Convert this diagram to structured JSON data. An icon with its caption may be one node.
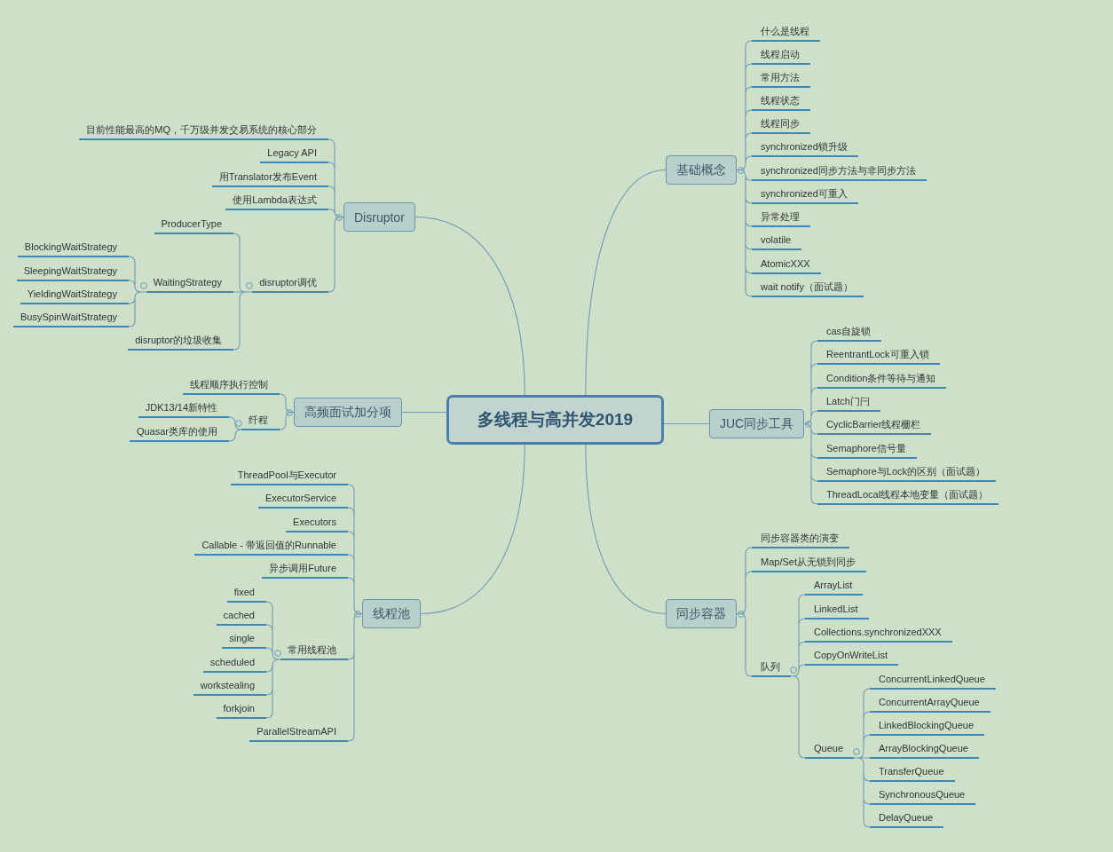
{
  "diagram": {
    "nodes": [
      {
        "text": [
          "多线程与高并发2019"
        ]
      },
      {
        "text": [
          "基础概念"
        ]
      },
      {
        "text": [
          "什么是线程"
        ]
      },
      {
        "text": [
          "线程启动"
        ]
      },
      {
        "text": [
          "常用方法"
        ]
      },
      {
        "text": [
          "线程状态"
        ]
      },
      {
        "text": [
          "线程同步"
        ]
      },
      {
        "text": [
          "synchronized锁升级"
        ]
      },
      {
        "text": [
          "synchronized同步方法与非同步方法"
        ]
      },
      {
        "text": [
          "synchronized可重入"
        ]
      },
      {
        "text": [
          "异常处理"
        ]
      },
      {
        "text": [
          "volatile"
        ]
      },
      {
        "text": [
          "AtomicXXX"
        ]
      },
      {
        "text": [
          "wait notify（面试题）"
        ]
      },
      {
        "text": [
          "JUC同步工具"
        ]
      },
      {
        "text": [
          "cas自旋锁"
        ]
      },
      {
        "text": [
          "ReentrantLock可重入锁"
        ]
      },
      {
        "text": [
          "Condition条件等待与通知"
        ]
      },
      {
        "text": [
          "Latch门闩"
        ]
      },
      {
        "text": [
          "CyclicBarrier线程栅栏"
        ]
      },
      {
        "text": [
          "Semaphore信号量"
        ]
      },
      {
        "text": [
          "Semaphore与Lock的区别（面试题）"
        ]
      },
      {
        "text": [
          "ThreadLocal线程本地变量（面试题）"
        ]
      },
      {
        "text": [
          "同步容器"
        ]
      },
      {
        "text": [
          "同步容器类的演变"
        ]
      },
      {
        "text": [
          "Map/Set从无锁到同步"
        ]
      },
      {
        "text": [
          "队列"
        ]
      },
      {
        "text": [
          "ArrayList"
        ]
      },
      {
        "text": [
          "LinkedList"
        ]
      },
      {
        "text": [
          "Collections.synchronizedXXX"
        ]
      },
      {
        "text": [
          "CopyOnWriteList"
        ]
      },
      {
        "text": [
          "Queue"
        ]
      },
      {
        "text": [
          "ConcurrentLinkedQueue"
        ]
      },
      {
        "text": [
          "ConcurrentArrayQueue"
        ]
      },
      {
        "text": [
          "LinkedBlockingQueue"
        ]
      },
      {
        "text": [
          "ArrayBlockingQueue"
        ]
      },
      {
        "text": [
          "TransferQueue"
        ]
      },
      {
        "text": [
          "SynchronousQueue"
        ]
      },
      {
        "text": [
          "DelayQueue"
        ]
      },
      {
        "text": [
          "Disruptor"
        ]
      },
      {
        "text": [
          "目前性能最高的MQ，千万级并发交易系统的核心部分"
        ]
      },
      {
        "text": [
          "Legacy API"
        ]
      },
      {
        "text": [
          "用Translator发布Event"
        ]
      },
      {
        "text": [
          "使用Lambda表达式"
        ]
      },
      {
        "text": [
          "disruptor调优"
        ]
      },
      {
        "text": [
          "ProducerType"
        ]
      },
      {
        "text": [
          "WaitingStrategy"
        ]
      },
      {
        "text": [
          "BlockingWaitStrategy"
        ]
      },
      {
        "text": [
          "SleepingWaitStrategy"
        ]
      },
      {
        "text": [
          "YieldingWaitStrategy"
        ]
      },
      {
        "text": [
          "BusySpinWaitStrategy"
        ]
      },
      {
        "text": [
          "disruptor的垃圾收集"
        ]
      },
      {
        "text": [
          "高频面试加分项"
        ]
      },
      {
        "text": [
          "线程顺序执行控制"
        ]
      },
      {
        "text": [
          "纤程"
        ]
      },
      {
        "text": [
          "JDK13/14新特性"
        ]
      },
      {
        "text": [
          "Quasar类库的使用"
        ]
      },
      {
        "text": [
          "线程池"
        ]
      },
      {
        "text": [
          "ThreadPool与Executor"
        ]
      },
      {
        "text": [
          "ExecutorService"
        ]
      },
      {
        "text": [
          "Executors"
        ]
      },
      {
        "text": [
          "Callable - 带返回值的Runnable"
        ]
      },
      {
        "text": [
          "异步调用Future"
        ]
      },
      {
        "text": [
          "常用线程池"
        ]
      },
      {
        "text": [
          "fixed"
        ]
      },
      {
        "text": [
          "cached"
        ]
      },
      {
        "text": [
          "single"
        ]
      },
      {
        "text": [
          "scheduled"
        ]
      },
      {
        "text": [
          "workstealing"
        ]
      },
      {
        "text": [
          "forkjoin"
        ]
      },
      {
        "text": [
          "ParallelStreamAPI"
        ]
      }
    ],
    "edges": [
      {
        "from": 0,
        "to": 1,
        "arrow": "none"
      },
      {
        "from": 1,
        "to": 2,
        "arrow": "none"
      },
      {
        "from": 1,
        "to": 3,
        "arrow": "none"
      },
      {
        "from": 1,
        "to": 4,
        "arrow": "none"
      },
      {
        "from": 1,
        "to": 5,
        "arrow": "none"
      },
      {
        "from": 1,
        "to": 6,
        "arrow": "none"
      },
      {
        "from": 1,
        "to": 7,
        "arrow": "none"
      },
      {
        "from": 1,
        "to": 8,
        "arrow": "none"
      },
      {
        "from": 1,
        "to": 9,
        "arrow": "none"
      },
      {
        "from": 1,
        "to": 10,
        "arrow": "none"
      },
      {
        "from": 1,
        "to": 11,
        "arrow": "none"
      },
      {
        "from": 1,
        "to": 12,
        "arrow": "none"
      },
      {
        "from": 1,
        "to": 13,
        "arrow": "none"
      },
      {
        "from": 0,
        "to": 14,
        "arrow": "none"
      },
      {
        "from": 14,
        "to": 15,
        "arrow": "none"
      },
      {
        "from": 14,
        "to": 16,
        "arrow": "none"
      },
      {
        "from": 14,
        "to": 17,
        "arrow": "none"
      },
      {
        "from": 14,
        "to": 18,
        "arrow": "none"
      },
      {
        "from": 14,
        "to": 19,
        "arrow": "none"
      },
      {
        "from": 14,
        "to": 20,
        "arrow": "none"
      },
      {
        "from": 14,
        "to": 21,
        "arrow": "none"
      },
      {
        "from": 14,
        "to": 22,
        "arrow": "none"
      },
      {
        "from": 0,
        "to": 23,
        "arrow": "none"
      },
      {
        "from": 23,
        "to": 24,
        "arrow": "none"
      },
      {
        "from": 23,
        "to": 25,
        "arrow": "none"
      },
      {
        "from": 23,
        "to": 26,
        "arrow": "none"
      },
      {
        "from": 26,
        "to": 27,
        "arrow": "none"
      },
      {
        "from": 26,
        "to": 28,
        "arrow": "none"
      },
      {
        "from": 26,
        "to": 29,
        "arrow": "none"
      },
      {
        "from": 26,
        "to": 30,
        "arrow": "none"
      },
      {
        "from": 26,
        "to": 31,
        "arrow": "none"
      },
      {
        "from": 31,
        "to": 32,
        "arrow": "none"
      },
      {
        "from": 31,
        "to": 33,
        "arrow": "none"
      },
      {
        "from": 31,
        "to": 34,
        "arrow": "none"
      },
      {
        "from": 31,
        "to": 35,
        "arrow": "none"
      },
      {
        "from": 31,
        "to": 36,
        "arrow": "none"
      },
      {
        "from": 31,
        "to": 37,
        "arrow": "none"
      },
      {
        "from": 31,
        "to": 38,
        "arrow": "none"
      },
      {
        "from": 0,
        "to": 39,
        "arrow": "none"
      },
      {
        "from": 39,
        "to": 40,
        "arrow": "none"
      },
      {
        "from": 39,
        "to": 41,
        "arrow": "none"
      },
      {
        "from": 39,
        "to": 42,
        "arrow": "none"
      },
      {
        "from": 39,
        "to": 43,
        "arrow": "none"
      },
      {
        "from": 39,
        "to": 44,
        "arrow": "none"
      },
      {
        "from": 44,
        "to": 45,
        "arrow": "none"
      },
      {
        "from": 44,
        "to": 46,
        "arrow": "none"
      },
      {
        "from": 46,
        "to": 47,
        "arrow": "none"
      },
      {
        "from": 46,
        "to": 48,
        "arrow": "none"
      },
      {
        "from": 46,
        "to": 49,
        "arrow": "none"
      },
      {
        "from": 46,
        "to": 50,
        "arrow": "none"
      },
      {
        "from": 44,
        "to": 51,
        "arrow": "none"
      },
      {
        "from": 0,
        "to": 52,
        "arrow": "none"
      },
      {
        "from": 52,
        "to": 53,
        "arrow": "none"
      },
      {
        "from": 52,
        "to": 54,
        "arrow": "none"
      },
      {
        "from": 54,
        "to": 55,
        "arrow": "none"
      },
      {
        "from": 54,
        "to": 56,
        "arrow": "none"
      },
      {
        "from": 0,
        "to": 57,
        "arrow": "none"
      },
      {
        "from": 57,
        "to": 58,
        "arrow": "none"
      },
      {
        "from": 57,
        "to": 59,
        "arrow": "none"
      },
      {
        "from": 57,
        "to": 60,
        "arrow": "none"
      },
      {
        "from": 57,
        "to": 61,
        "arrow": "none"
      },
      {
        "from": 57,
        "to": 62,
        "arrow": "none"
      },
      {
        "from": 57,
        "to": 63,
        "arrow": "none"
      },
      {
        "from": 63,
        "to": 64,
        "arrow": "none"
      },
      {
        "from": 63,
        "to": 65,
        "arrow": "none"
      },
      {
        "from": 63,
        "to": 66,
        "arrow": "none"
      },
      {
        "from": 63,
        "to": 67,
        "arrow": "none"
      },
      {
        "from": 63,
        "to": 68,
        "arrow": "none"
      },
      {
        "from": 63,
        "to": 69,
        "arrow": "none"
      },
      {
        "from": 57,
        "to": 70,
        "arrow": "none"
      }
    ]
  }
}
